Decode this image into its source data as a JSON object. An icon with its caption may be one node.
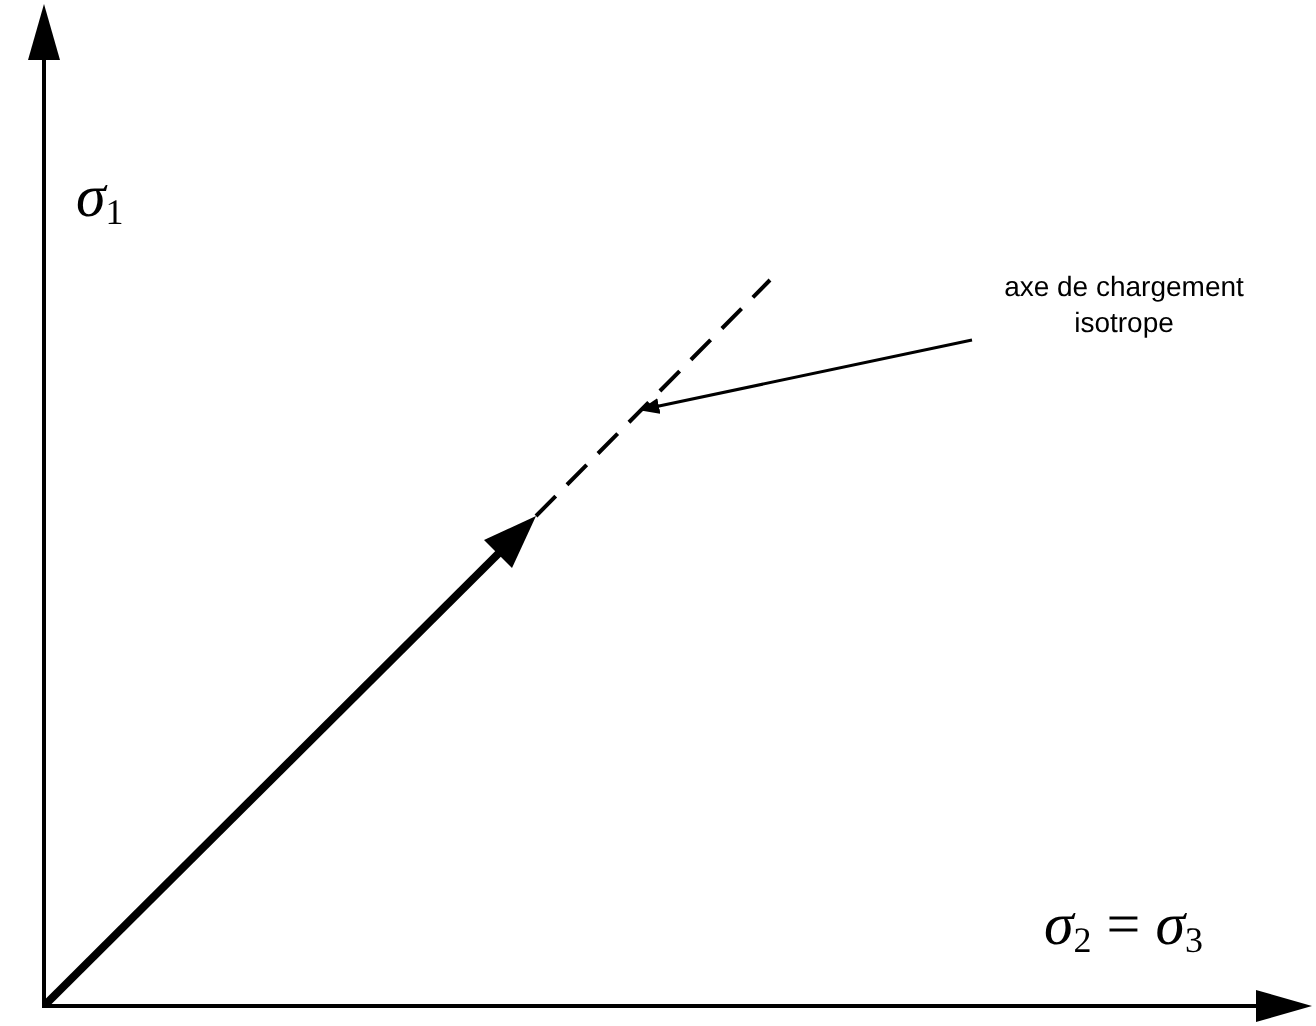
{
  "diagram": {
    "nodes": [
      {
        "text": [
          "axe de chargement isotrope"
        ]
      },
      {
        "text": [],
        "shape": "line"
      }
    ],
    "edges": [
      {
        "from": 0,
        "to": 1,
        "arrow": "to"
      }
    ],
    "labels": [
      "*σ*$_{1}$",
      "*σ*$_{2}$ = *σ*$_{3}$"
    ]
  }
}
